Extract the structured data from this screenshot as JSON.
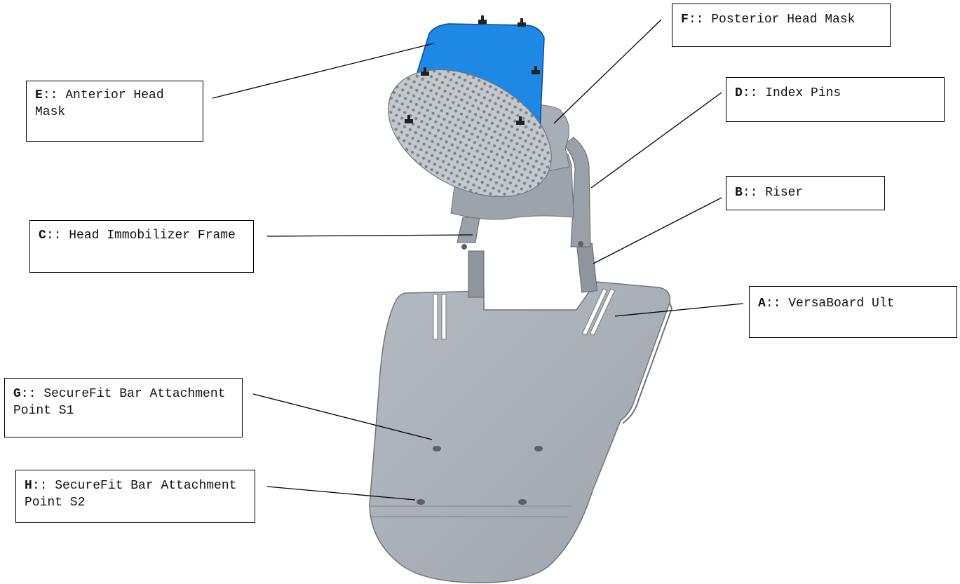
{
  "callouts": {
    "e": {
      "letter": "E",
      "sep": ":: ",
      "text": "Anterior Head Mask"
    },
    "f": {
      "letter": "F",
      "sep": ":: ",
      "text": "Posterior Head Mask"
    },
    "d": {
      "letter": "D",
      "sep": ":: ",
      "text": "Index Pins"
    },
    "b": {
      "letter": "B",
      "sep": ":: ",
      "text": "Riser"
    },
    "c": {
      "letter": "C",
      "sep": ":: ",
      "text": "Head Immobilizer Frame"
    },
    "a": {
      "letter": "A",
      "sep": ":: ",
      "text": "VersaBoard Ult"
    },
    "g": {
      "letter": "G",
      "sep": ":: ",
      "text": "SecureFit Bar Attachment Point S1"
    },
    "h": {
      "letter": "H",
      "sep": ":: ",
      "text": "SecureFit Bar Attachment Point S2"
    }
  },
  "colors": {
    "board": "#a9b0b8",
    "board_edge": "#6e757d",
    "mask_frame": "#1e88e5",
    "mesh": "#b9bec4",
    "leader": "#000000"
  }
}
